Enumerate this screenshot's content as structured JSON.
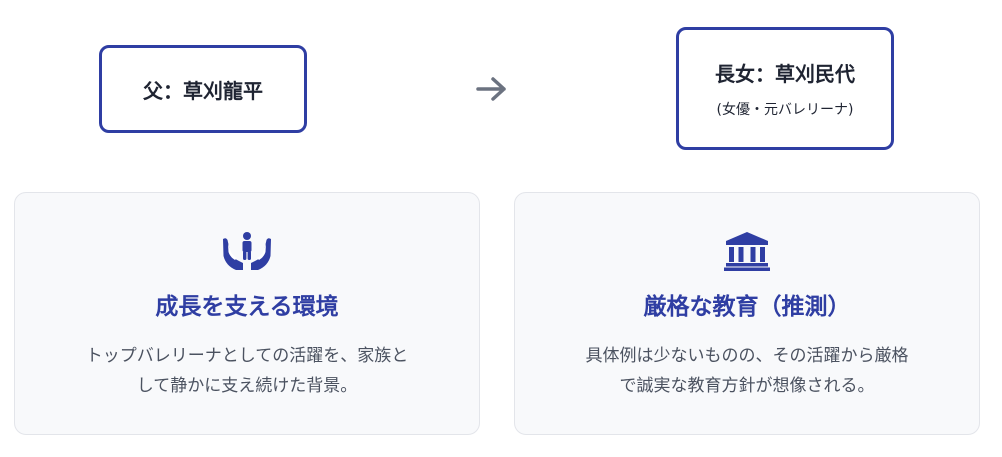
{
  "father": {
    "name": "父：草刈龍平"
  },
  "daughter": {
    "name": "長女：草刈民代",
    "note": "(女優・元バレリーナ)"
  },
  "arrow_icon": "arrow-right-icon",
  "cards": [
    {
      "icon": "hands-holding-child-icon",
      "title": "成長を支える環境",
      "desc_lines": [
        "トップバレリーナとしての活躍を、家族と",
        "して静かに支え続けた背景。"
      ]
    },
    {
      "icon": "institution-building-icon",
      "title": "厳格な教育（推測）",
      "desc_lines": [
        "具体例は少ないものの、その活躍から厳格",
        "で誠実な教育方針が想像される。"
      ]
    }
  ],
  "colors": {
    "accent": "#2f3ea3",
    "card_bg": "#f8f9fb",
    "arrow": "#6b7280",
    "text": "#4b5260"
  }
}
